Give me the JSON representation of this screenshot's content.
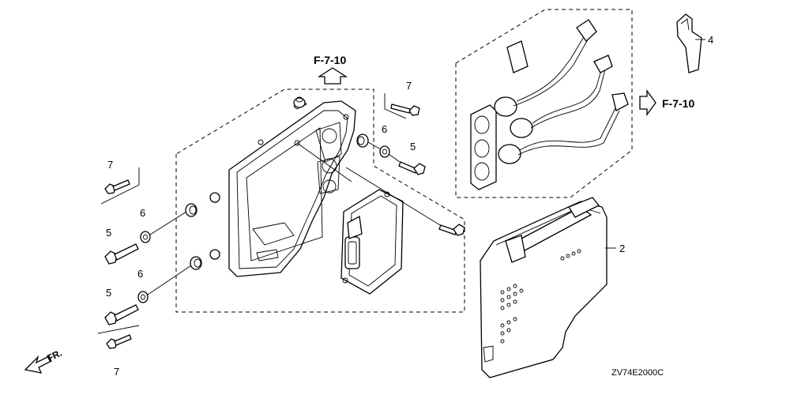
{
  "diagram": {
    "ref_top": "F-7-10",
    "ref_right": "F-7-10",
    "callouts": {
      "c2": "2",
      "c4": "4",
      "c5a": "5",
      "c5b": "5",
      "c5c": "5",
      "c6a": "6",
      "c6b": "6",
      "c6c": "6",
      "c7a": "7",
      "c7b": "7",
      "c7c": "7"
    },
    "front_label": "FR.",
    "drawing_code": "ZV74E2000C"
  }
}
